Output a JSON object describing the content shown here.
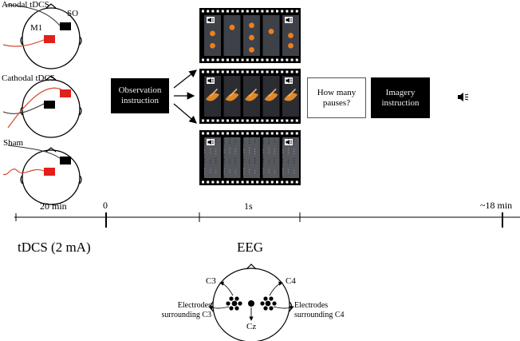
{
  "conditions": [
    {
      "id": "anodal",
      "label": "Anodal tDCS"
    },
    {
      "id": "cathodal",
      "label": "Cathodal tDCS"
    },
    {
      "id": "sham",
      "label": "Sham"
    }
  ],
  "electrode_labels": {
    "m1": "M1",
    "so": "SO"
  },
  "colors": {
    "anode": "#e0201a",
    "cathode": "#000000",
    "wire": "#d04a30"
  },
  "observation_instruction": "Observation instruction",
  "question_box": "How many pauses?",
  "imagery_instruction": "Imagery instruction",
  "film_strips": [
    {
      "id": "dots-strip",
      "content": "orange-dots",
      "frames": 5
    },
    {
      "id": "hand-strip",
      "content": "hand-images",
      "frames": 5
    },
    {
      "id": "noise-strip",
      "content": "noise",
      "frames": 5
    }
  ],
  "icons": {
    "speaker": "speaker-icon"
  },
  "timeline": {
    "label_20min": "20 min",
    "label_zero": "0",
    "label_1s": "1s",
    "label_18min": "~18 min"
  },
  "tdcs_label": "tDCS (2 mA)",
  "eeg": {
    "title": "EEG",
    "c3": "C3",
    "c4": "C4",
    "cz": "Cz",
    "left_electrodes": "Electrodes surrounding C3",
    "right_electrodes": "Electrodes surrounding C4"
  }
}
